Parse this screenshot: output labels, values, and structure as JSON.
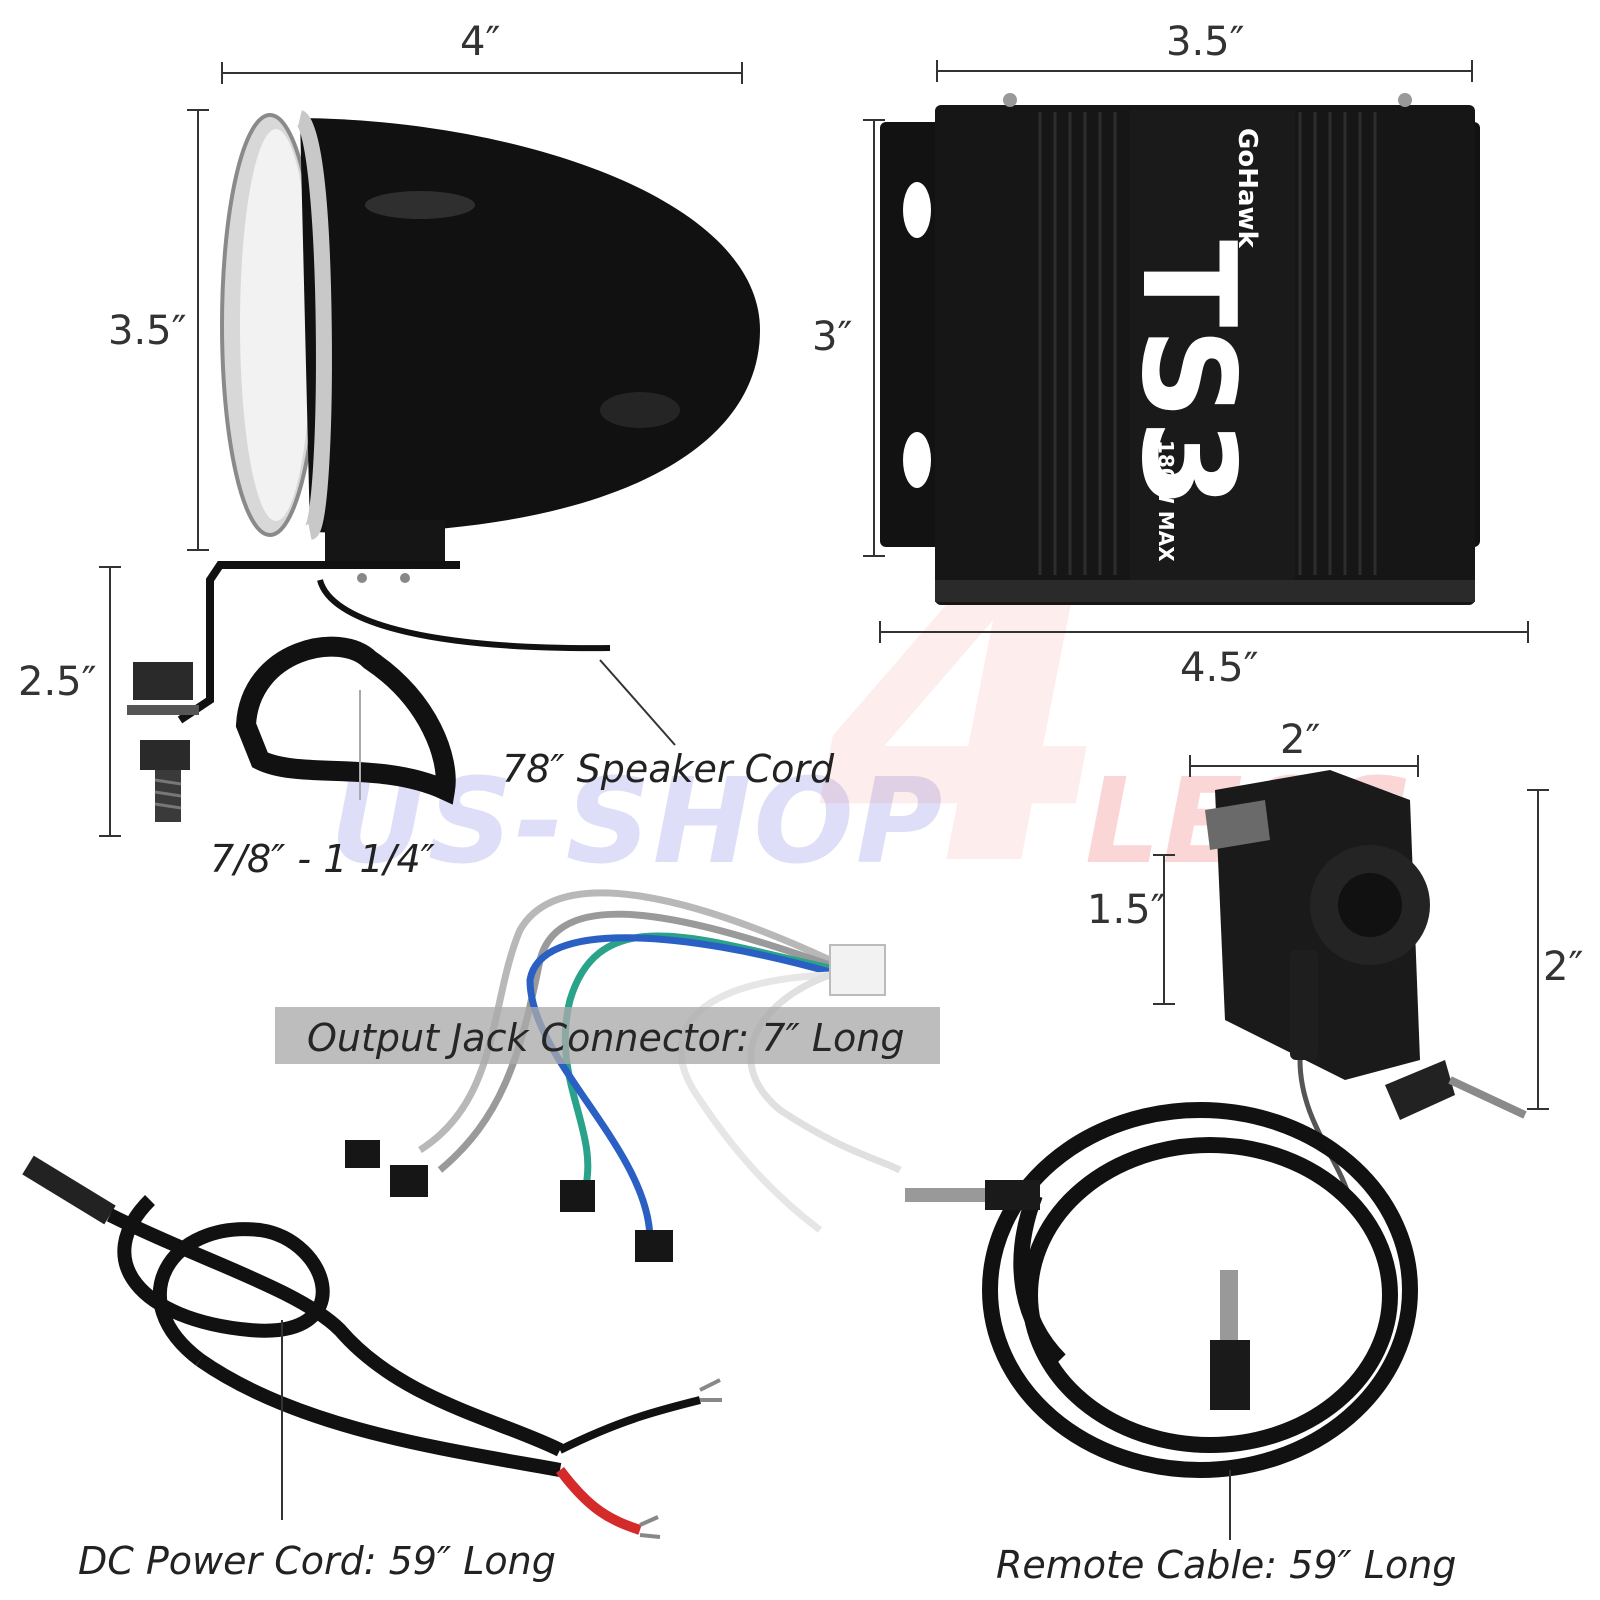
{
  "speaker": {
    "width_label": "4″",
    "height_label": "3.5″",
    "mount_height_label": "2.5″",
    "clamp_range_label": "7/8″ - 1 1/4″",
    "cord_label": "78″ Speaker Cord"
  },
  "amplifier": {
    "top_width_label": "3.5″",
    "height_label": "3″",
    "bottom_width_label": "4.5″",
    "brand": "GoHawk",
    "model": "TS3",
    "power": "180W MAX"
  },
  "remote": {
    "width_label": "2″",
    "body_height_label": "1.5″",
    "total_height_label": "2″",
    "cable_label": "Remote Cable: 59″ Long"
  },
  "output_jack": {
    "label": "Output Jack Connector: 7″ Long"
  },
  "dc_power": {
    "label": "DC Power Cord: 59″ Long"
  },
  "watermark": {
    "left_text": "US-SHOP",
    "right_text": "LESS",
    "glyph": "4"
  },
  "colors": {
    "product_black": "#111111",
    "chrome": "#c8c8c8",
    "wire_blue": "#2a5fc4",
    "wire_teal": "#2aa38a",
    "wire_grey": "#9a9a9a",
    "terminal_red": "#d42a2a",
    "watermark_blue": "#6a6ae0",
    "watermark_red": "#f06a6a"
  }
}
